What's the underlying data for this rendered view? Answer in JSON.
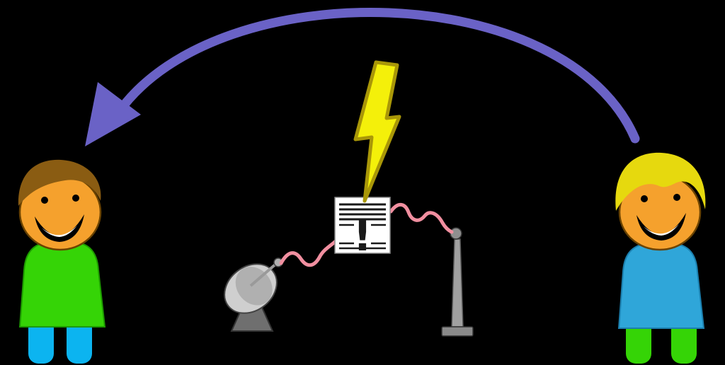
{
  "scene": {
    "elements": [
      "person-left",
      "person-right",
      "transmission-arrow",
      "lightning-bolt",
      "news-document",
      "satellite-dish",
      "antenna",
      "signal-wave-left",
      "signal-wave-right"
    ]
  },
  "document": {
    "alert_text": "!"
  },
  "icons": {
    "transmission-arrow": "curved arrow from right person to left person",
    "lightning-bolt-icon": "lightning striking the document",
    "news-document-icon": "document with exclamation mark",
    "satellite-dish-icon": "satellite dish transmitter",
    "antenna-icon": "receiving antenna",
    "signal-wave-icon": "wavy signal line"
  },
  "colors": {
    "background": "#000000",
    "arrow": "#6a62c6",
    "lightning_fill": "#f4f00a",
    "lightning_stroke": "#a99708",
    "signal_wave": "#f18fa0",
    "document_fill": "#ffffff",
    "document_border": "#8a8a8a",
    "document_lines": "#1a1a1a",
    "dish_fill": "#cfcfcf",
    "dish_inner": "#b0b0b0",
    "dish_base": "#6f6f6f",
    "antenna_pole": "#a0a0a0",
    "antenna_ball": "#8f8f8f",
    "antenna_base": "#8a8a8a",
    "skin": "#f5a12d",
    "skin_outline": "#6b4300",
    "hair_left": "#8a5c12",
    "hair_right": "#e6d90e",
    "shirt_left": "#35d406",
    "shirt_right": "#2fa6d9",
    "pants_left": "#0cb4f0",
    "pants_right": "#35d406",
    "eye": "#000000",
    "mouth": "#000000",
    "teeth": "#ffffff"
  }
}
